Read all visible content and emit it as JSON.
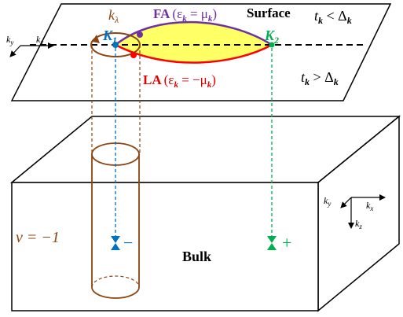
{
  "surface_plane": {
    "fa_label_head": "FA",
    "fa_label_eq": "(ε",
    "fa_sub": "k",
    "fa_mid": " = μ",
    "fa_sub2": "k",
    "fa_tail": ")",
    "la_label_head": "LA",
    "la_label_eq": "(ε",
    "la_sub": "k",
    "la_mid": " = −μ",
    "la_sub2": "k",
    "la_tail": ")",
    "surface_label": "Surface",
    "cond_top_t": "t",
    "cond_top_sub": "k",
    "cond_top_rel": " < Δ",
    "cond_top_sub2": "k",
    "cond_bot_t": "t",
    "cond_bot_sub": "k",
    "cond_bot_rel": " > Δ",
    "cond_bot_sub2": "k",
    "k1_main": "K",
    "k1_sub": "1",
    "k2_main": "K",
    "k2_sub": "2",
    "klambda_main": "k",
    "klambda_sub": "λ",
    "axis_ky": "k",
    "axis_ky_sub": "y",
    "axis_kx": "k",
    "axis_kx_sub": "x"
  },
  "bulk": {
    "bulk_label": "Bulk",
    "nu_label": "ν = −1",
    "minus_sign": "−",
    "plus_sign": "+",
    "axis_ky": "k",
    "axis_ky_sub": "y",
    "axis_kx": "k",
    "axis_kx_sub": "x",
    "axis_kz": "k",
    "axis_kz_sub": "z"
  },
  "colors": {
    "fermi_arc": "#7030a0",
    "lower_arc": "#ff0000",
    "fill": "#ffff66",
    "k1_blue": "#0070c0",
    "k2_green": "#00b050",
    "brown": "#8b4513",
    "nu_brown": "#8b4513",
    "la_text": "#e00000",
    "fa_text": "#7030a0"
  }
}
